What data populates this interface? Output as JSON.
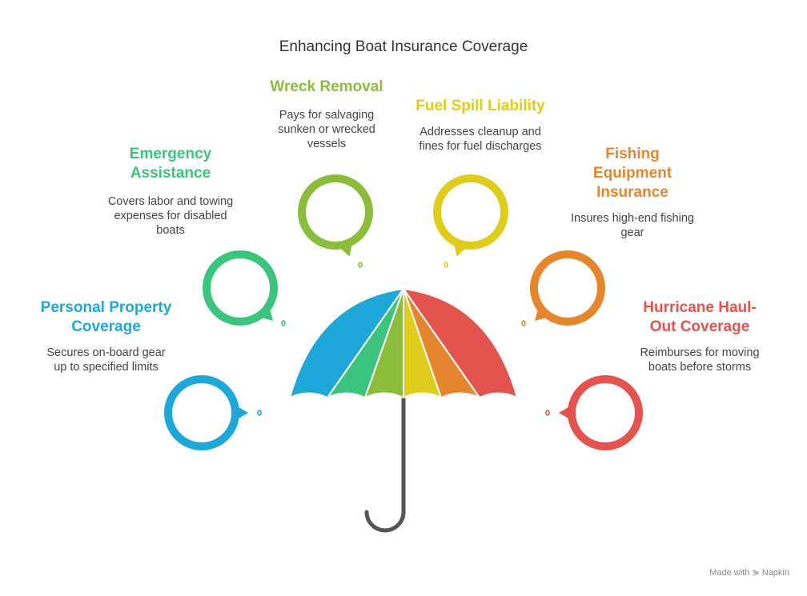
{
  "title": "Enhancing Boat Insurance Coverage",
  "items": [
    {
      "heading_lines": [
        "Personal Property",
        "Coverage"
      ],
      "desc_lines": [
        "Secures on-board gear",
        "up to specified limits"
      ],
      "color": "#1ea8d9"
    },
    {
      "heading_lines": [
        "Emergency",
        "Assistance"
      ],
      "desc_lines": [
        "Covers labor and towing",
        "expenses for disabled",
        "boats"
      ],
      "color": "#3ac47d"
    },
    {
      "heading_lines": [
        "Wreck Removal"
      ],
      "desc_lines": [
        "Pays for salvaging",
        "sunken or wrecked",
        "vessels"
      ],
      "color": "#8cbd3a"
    },
    {
      "heading_lines": [
        "Fuel Spill Liability"
      ],
      "desc_lines": [
        "Addresses cleanup and",
        "fines for fuel discharges"
      ],
      "color": "#e0cc1a"
    },
    {
      "heading_lines": [
        "Fishing",
        "Equipment",
        "Insurance"
      ],
      "desc_lines": [
        "Insures high-end fishing",
        "gear"
      ],
      "color": "#e5862e"
    },
    {
      "heading_lines": [
        "Hurricane Haul-",
        "Out Coverage"
      ],
      "desc_lines": [
        "Reimburses for moving",
        "boats before storms"
      ],
      "color": "#e5534f"
    }
  ],
  "handle_color": "#555555",
  "watermark": "Made with ⋟ Napkin"
}
